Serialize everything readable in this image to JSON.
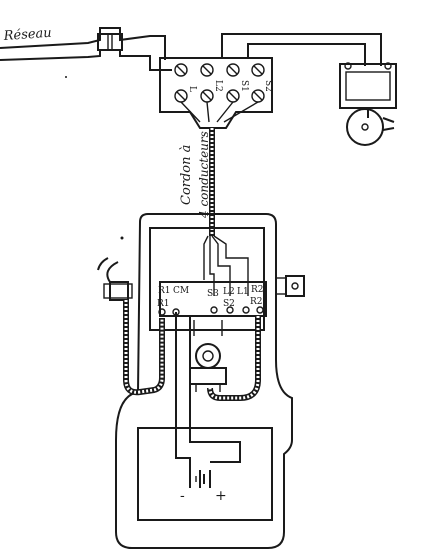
{
  "labels": {
    "network": "Réseau",
    "cord_line1": "Cordon à",
    "cord_line2": "4 conducteurs",
    "terminal_block": [
      "L",
      "L2",
      "S1",
      "S2"
    ],
    "set_terminals_top": [
      "R1",
      "CM",
      "S3",
      "L2",
      "L1",
      "R2"
    ],
    "set_terminals_bottom": [
      "R1",
      "S2",
      "R2"
    ],
    "battery_minus": "-",
    "battery_plus": "+"
  }
}
